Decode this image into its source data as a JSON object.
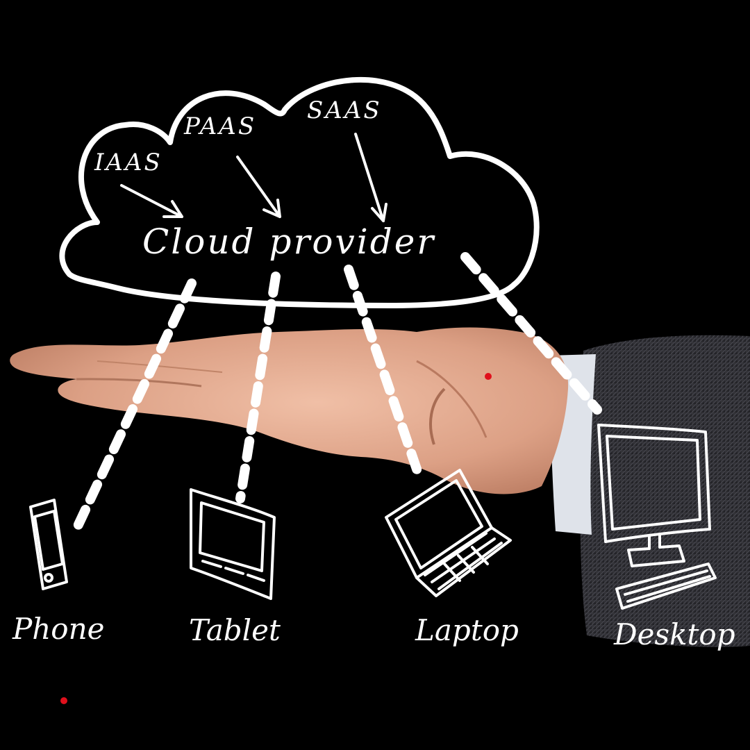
{
  "cloud": {
    "services": [
      "IAAS",
      "PAAS",
      "SAAS"
    ],
    "provider": "Cloud provider"
  },
  "devices": [
    {
      "label": "Phone",
      "icon": "phone-icon"
    },
    {
      "label": "Tablet",
      "icon": "tablet-icon"
    },
    {
      "label": "Laptop",
      "icon": "laptop-icon"
    },
    {
      "label": "Desktop",
      "icon": "desktop-icon"
    }
  ],
  "colors": {
    "background": "#000000",
    "ink": "#ffffff",
    "skin": "#e3a98e",
    "sleeve": "#2b2b30",
    "cuff": "#dfe3ea",
    "marker": "#e0101c"
  }
}
